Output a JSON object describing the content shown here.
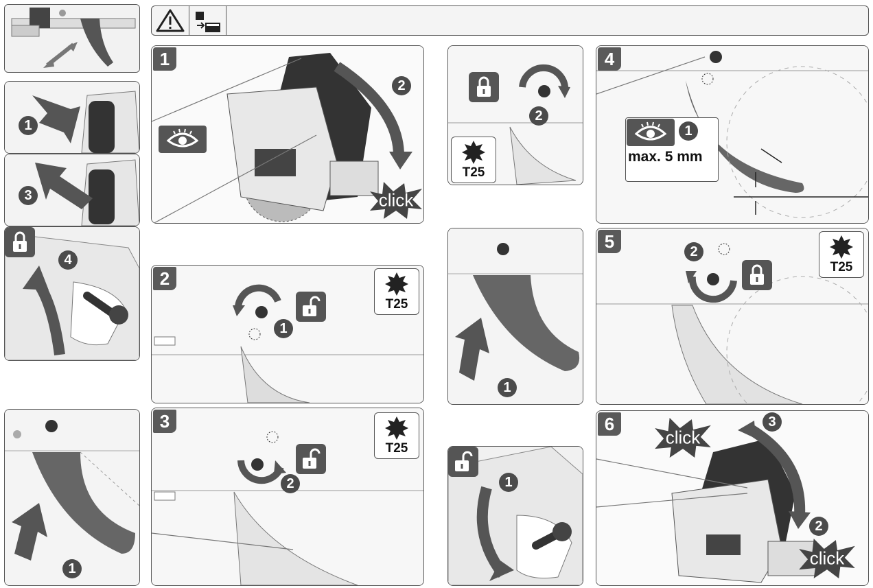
{
  "header": {
    "warning_icon": "warning-triangle-icon",
    "manual_icon": "read-manual-icon"
  },
  "steps": {
    "s1": "1",
    "s2": "2",
    "s3": "3",
    "s4": "4",
    "s5": "5",
    "s6": "6"
  },
  "callouts": {
    "one": "1",
    "two": "2",
    "three": "3",
    "four": "4"
  },
  "torx_label": "T25",
  "click_label": "click",
  "measure_label": "max. 5 mm",
  "icons": {
    "lock": "lock-icon",
    "unlock": "unlock-icon",
    "eye": "eye-icon",
    "torx": "torx-bit-icon"
  },
  "colors": {
    "dark_grey": "#4b4b4b",
    "blade": "#666666",
    "line": "#555555"
  }
}
